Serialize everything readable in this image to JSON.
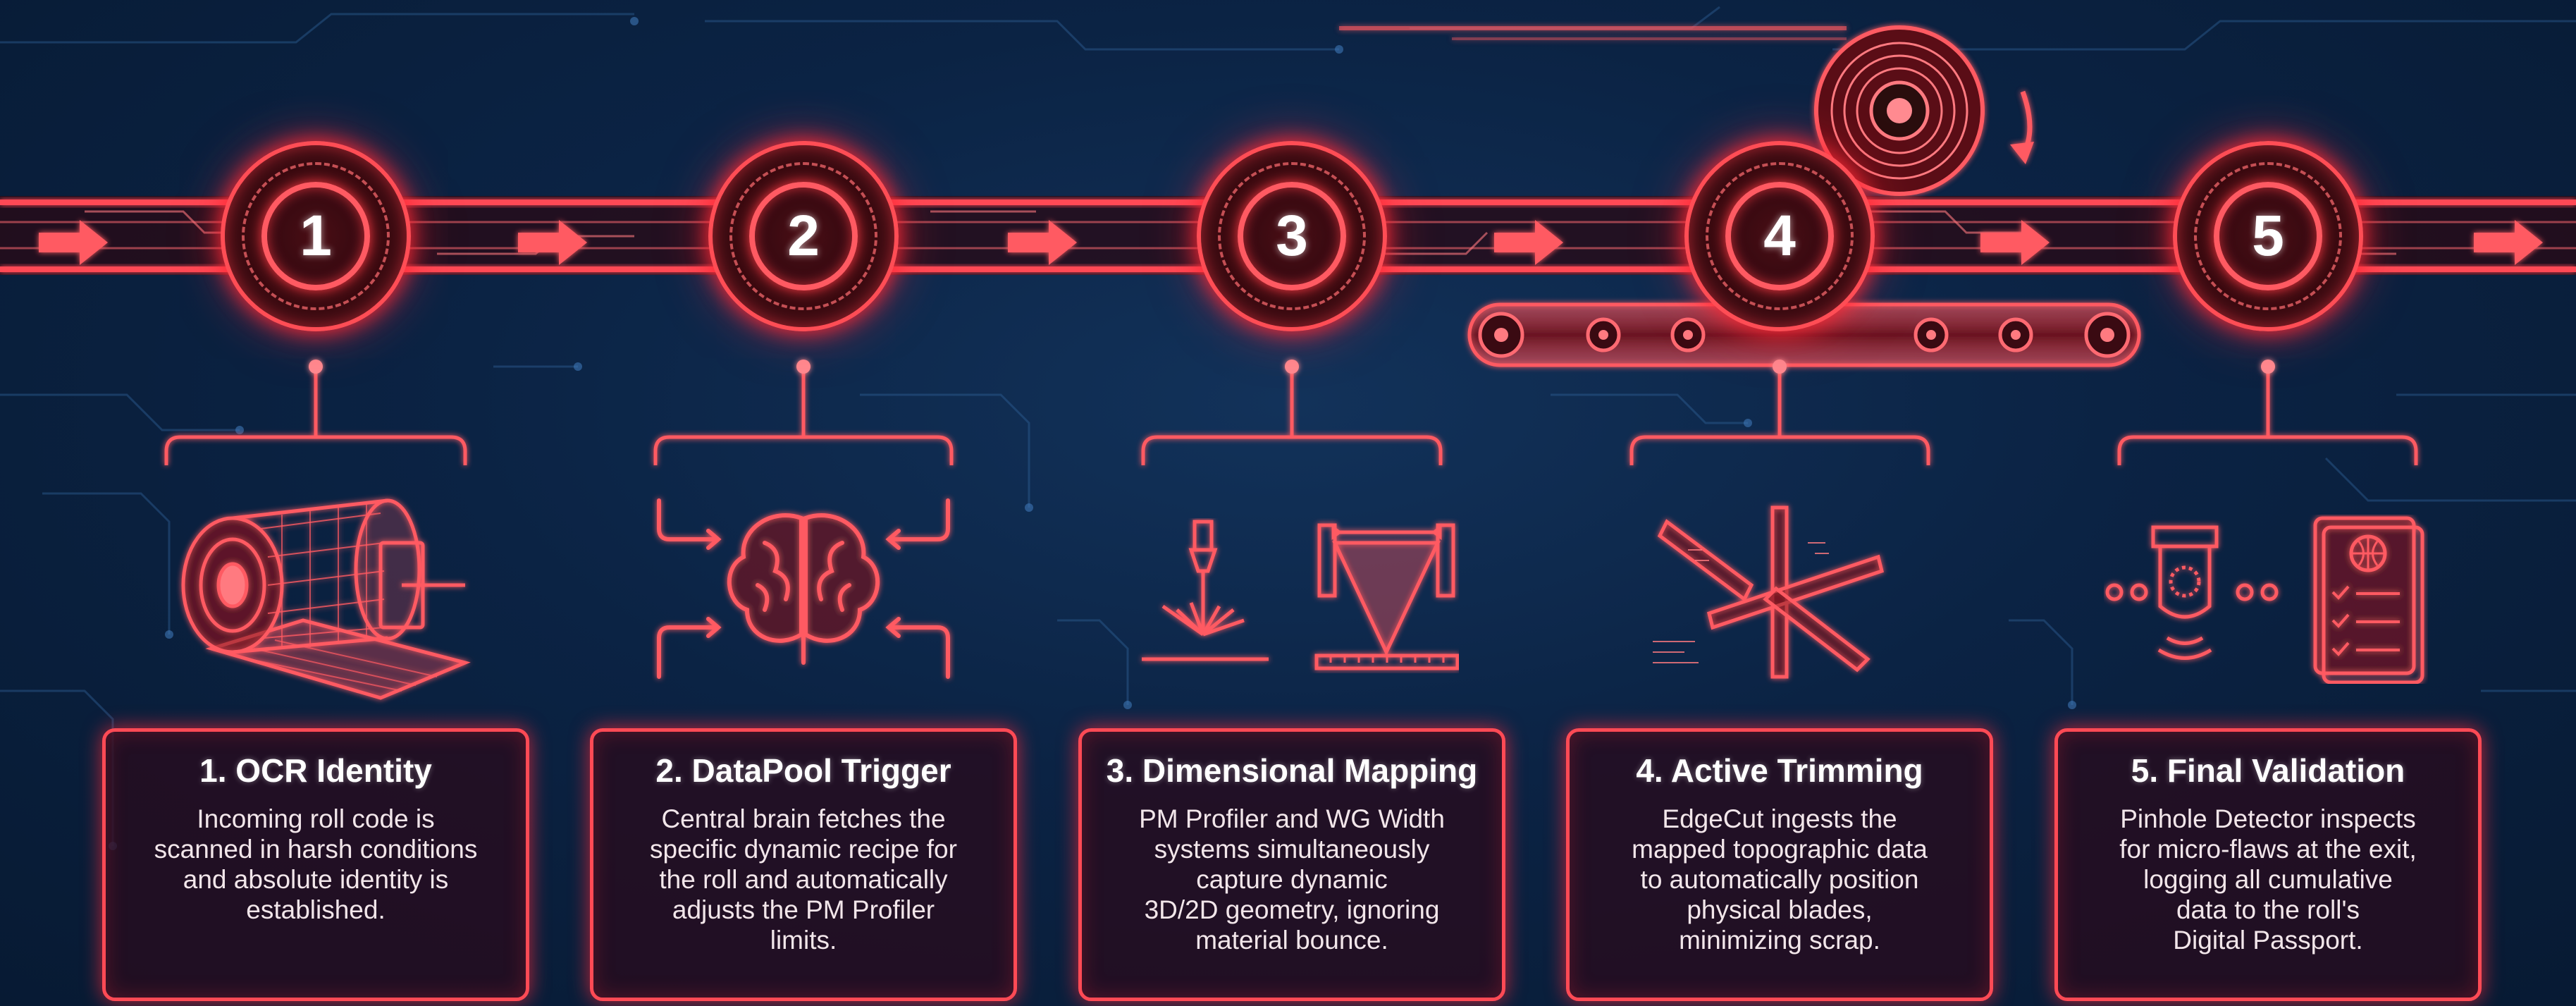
{
  "colors": {
    "accent": "#ff3b46",
    "accent_light": "#ff8a90",
    "background": "#0b2344",
    "text": "#ffffff"
  },
  "steps": [
    {
      "number": "1",
      "title": "1. OCR Identity",
      "lines": [
        "Incoming roll code is",
        "scanned in harsh conditions",
        "and absolute identity is",
        "established."
      ],
      "icon": "foil-roll-scan-icon"
    },
    {
      "number": "2",
      "title": "2. DataPool Trigger",
      "lines": [
        "Central brain fetches the",
        "specific dynamic recipe for",
        "the roll and automatically",
        "adjusts the PM Profiler",
        "limits."
      ],
      "icon": "brain-icon"
    },
    {
      "number": "3",
      "title": "3. Dimensional Mapping",
      "lines": [
        "PM Profiler and WG Width",
        "systems simultaneously",
        "capture dynamic",
        "3D/2D geometry, ignoring",
        "material bounce."
      ],
      "icon": "laser-measure-icon"
    },
    {
      "number": "4",
      "title": "4. Active Trimming",
      "lines": [
        "EdgeCut ingests the",
        "mapped topographic data",
        "to automatically position",
        "physical blades,",
        "minimizing scrap."
      ],
      "icon": "blades-icon"
    },
    {
      "number": "5",
      "title": "5. Final Validation",
      "lines": [
        "Pinhole Detector inspects",
        "for micro-flaws at the exit,",
        "logging all cumulative",
        "data to the roll's",
        "Digital Passport."
      ],
      "icon": "passport-icon"
    }
  ]
}
